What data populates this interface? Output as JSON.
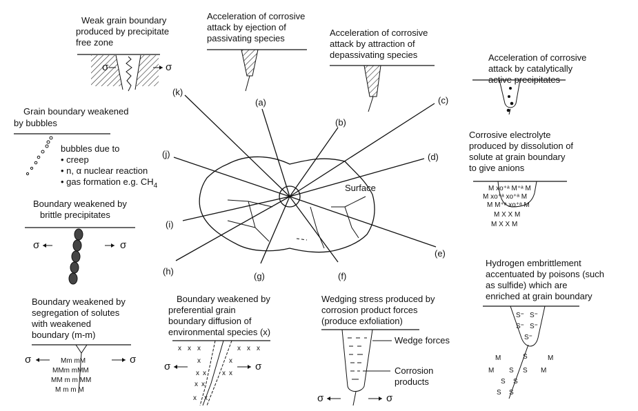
{
  "panels": {
    "k": {
      "letter": "(k)",
      "caption": [
        "Weak grain boundary",
        "produced by precipitate",
        "free zone"
      ],
      "sigma_left": "σ",
      "sigma_right": "σ"
    },
    "a": {
      "letter": "(a)",
      "caption": [
        "Acceleration of corrosive",
        "attack by ejection of",
        "passivating species"
      ]
    },
    "b": {
      "letter": "(b)",
      "caption": [
        "Acceleration of corrosive",
        "attack by attraction of",
        "depassivating species"
      ]
    },
    "c": {
      "letter": "(c)",
      "caption": [
        "Acceleration of corrosive",
        "attack by catalytically",
        "active precipitates"
      ]
    },
    "j": {
      "letter": "(j)",
      "caption": [
        "Grain boundary weakened",
        "by bubbles"
      ],
      "list_title": "bubbles due to",
      "list": [
        "• creep",
        "• n, α nuclear reaction",
        "• gas formation  e.g. CH"
      ],
      "sub": "4"
    },
    "d": {
      "letter": "(d)",
      "caption": [
        "Corrosive electrolyte",
        "produced by dissolution of",
        "solute at grain boundary",
        "to give anions"
      ],
      "rows": [
        "M  xo⁺ᵃ  M⁺ᵃ  M",
        "M  xo⁺ᵃ  xo⁺ᵃ  M",
        "M  M⁺ᵃ  xo⁺ᵃ  M",
        "M X  X  M",
        "M X  X  M"
      ]
    },
    "i": {
      "letter": "(i)",
      "caption": [
        "Boundary weakened by",
        "brittle precipitates"
      ],
      "sigma_left": "σ",
      "sigma_right": "σ"
    },
    "h": {
      "letter": "(h)",
      "caption": [
        "Boundary weakened by",
        "segregation of solutes",
        "with weakened",
        "boundary (m-m)"
      ],
      "sigma_left": "σ",
      "sigma_right": "σ",
      "rows": [
        "Mm   mM",
        "MMm   mMM",
        "MM m   m MM",
        "M m   m M"
      ]
    },
    "g": {
      "letter": "(g)",
      "caption": [
        "Boundary weakened by",
        "preferential grain",
        "boundary diffusion of",
        "environmental species (x)"
      ],
      "sigma_left": "σ",
      "sigma_right": "σ",
      "x_mark": "x"
    },
    "f": {
      "letter": "(f)",
      "caption": [
        "Wedging stress produced by",
        "corrosion product forces",
        "(produce exfoliation)"
      ],
      "wedge_label": "Wedge forces",
      "products_label": [
        "Corrosion",
        "products"
      ],
      "sigma_left": "σ",
      "sigma_right": "σ"
    },
    "e": {
      "letter": "(e)",
      "caption": [
        "Hydrogen embrittlement",
        "accentuated by poisons (such",
        "as sulfide) which are",
        "enriched at grain boundary"
      ],
      "s_mark": "S",
      "m_mark": "M",
      "sp_mark": "S⁼"
    }
  },
  "center": {
    "surface_label": "Surface"
  }
}
